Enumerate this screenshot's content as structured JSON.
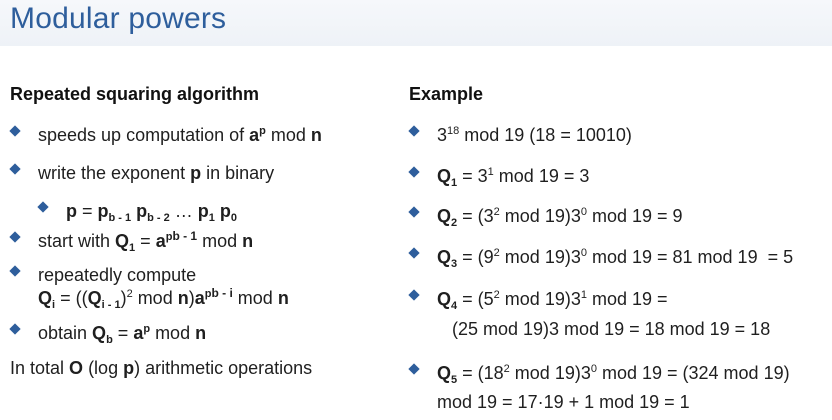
{
  "title": "Modular powers",
  "left": {
    "heading": "Repeated squaring algorithm",
    "summary": "In total O (log p) arithmetic operations"
  },
  "right": {
    "heading": "Example"
  },
  "colors": {
    "title": "#2e5e9c",
    "bullet": "#2e5e9c",
    "header_bg": "#eef2f7"
  }
}
